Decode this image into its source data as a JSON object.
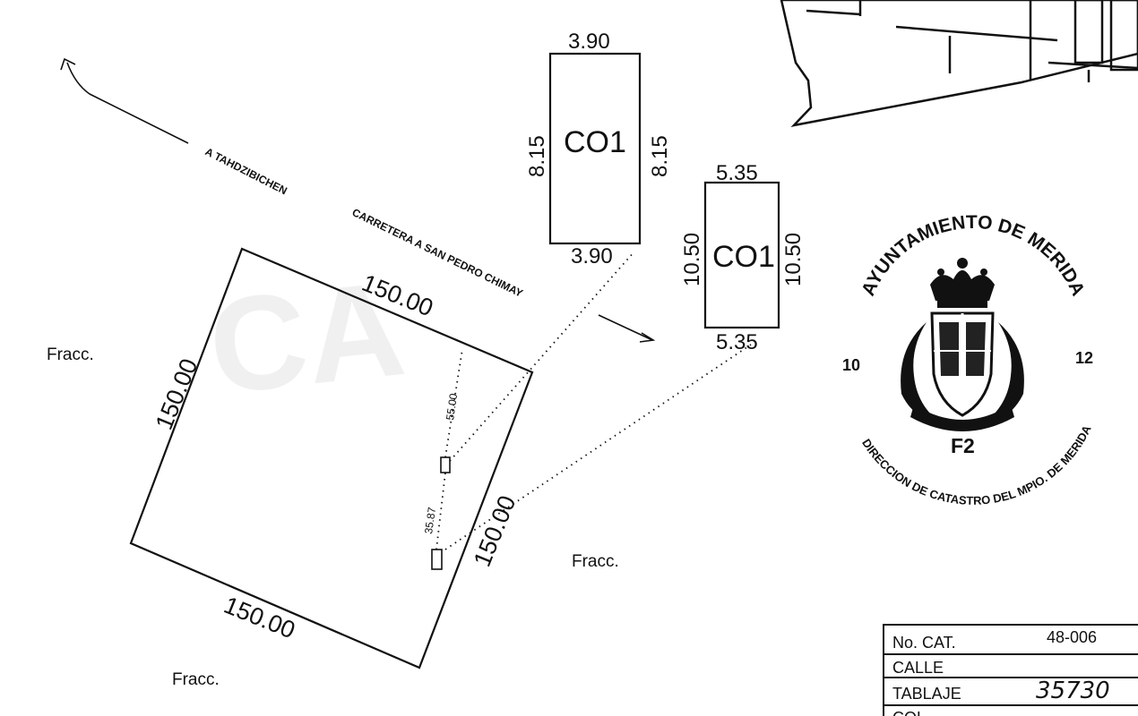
{
  "road": {
    "to_tahdzibichen": "A TAHDZIBICHEN",
    "carretera": "CARRETERA A SAN PEDRO CHIMAY"
  },
  "parcel": {
    "side_top": "150.00",
    "side_left": "150.00",
    "side_right": "150.00",
    "side_bottom": "150.00"
  },
  "markers": {
    "dist_upper": "55.00",
    "dist_lower": "35.87"
  },
  "building_1": {
    "code": "CO1",
    "top": "3.90",
    "bottom": "3.90",
    "left": "8.15",
    "right": "8.15"
  },
  "building_2": {
    "code": "CO1",
    "top": "5.35",
    "bottom": "5.35",
    "left": "10.50",
    "right": "10.50"
  },
  "neighbors": {
    "left": "Fracc.",
    "bottom": "Fracc.",
    "right": "Fracc."
  },
  "seal": {
    "top_text": "AYUNTAMIENTO DE MERIDA",
    "bottom_text": "DIRECCION DE CATASTRO DEL MPIO. DE MERIDA",
    "left_number": "10",
    "right_number": "12",
    "sheet": "F2"
  },
  "info_table": {
    "rows": [
      {
        "label": "No. CAT.",
        "value": "48-006"
      },
      {
        "label": "CALLE",
        "value": ""
      },
      {
        "label": "TABLAJE",
        "value": "35730"
      },
      {
        "label": "COL.",
        "value": ""
      }
    ]
  }
}
